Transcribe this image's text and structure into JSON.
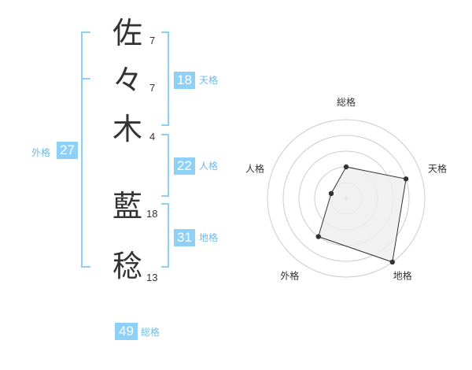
{
  "name": {
    "chars": [
      {
        "char": "佐",
        "strokes": "7"
      },
      {
        "char": "々",
        "strokes": "7"
      },
      {
        "char": "木",
        "strokes": "4"
      },
      {
        "char": "藍",
        "strokes": "18"
      },
      {
        "char": "稔",
        "strokes": "13"
      }
    ]
  },
  "scores": {
    "tenkaku": {
      "value": "18",
      "label": "天格"
    },
    "jinkaku": {
      "value": "22",
      "label": "人格"
    },
    "chikaku": {
      "value": "31",
      "label": "地格"
    },
    "gaikaku": {
      "value": "27",
      "label": "外格"
    },
    "soukaku": {
      "value": "49",
      "label": "総格"
    }
  },
  "colors": {
    "accent": "#8fd0f6",
    "accent_text": "#6bbce9",
    "radar_fill": "#eeeeee",
    "radar_line": "#333333"
  },
  "chart_data": {
    "type": "radar",
    "categories": [
      "総格",
      "天格",
      "地格",
      "外格",
      "人格"
    ],
    "values": [
      2,
      4,
      5,
      3,
      1
    ],
    "rlim": [
      0,
      5
    ]
  }
}
